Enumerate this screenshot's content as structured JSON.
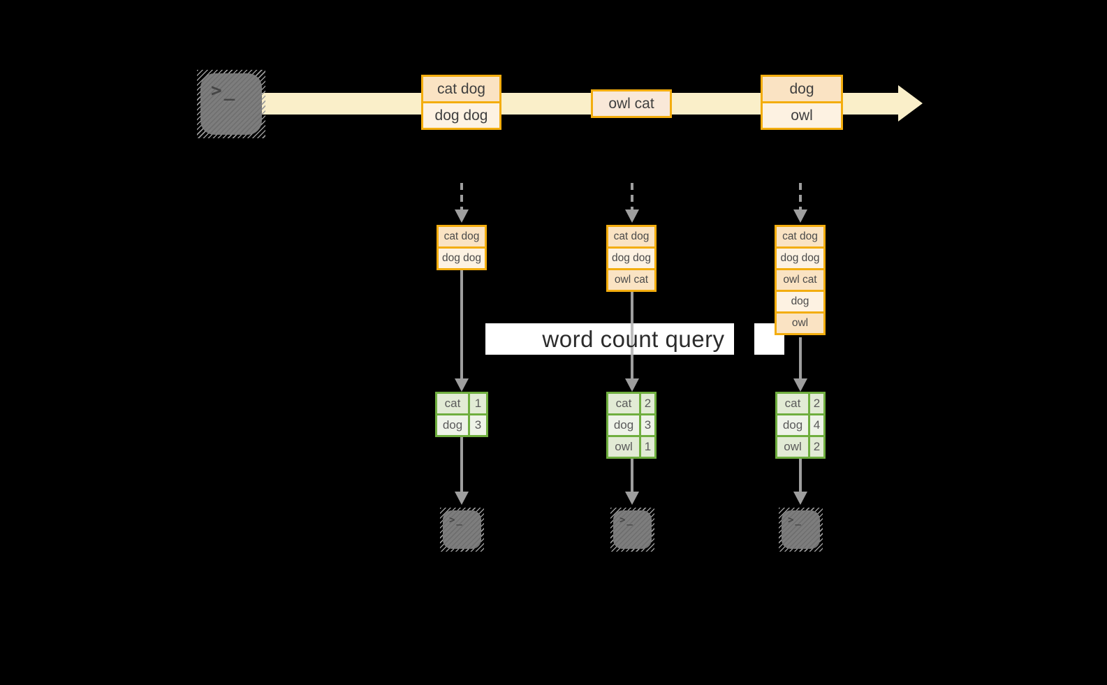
{
  "banner": {
    "label": "word count query"
  },
  "icons": {
    "prompt": ">_"
  },
  "stream": {
    "batches": [
      {
        "rows": [
          "cat dog",
          "dog dog"
        ]
      },
      {
        "rows": [
          "owl cat"
        ]
      },
      {
        "rows": [
          "dog",
          "owl"
        ]
      }
    ]
  },
  "columns": [
    {
      "input_rows": [
        "cat dog",
        "dog dog"
      ],
      "counts": [
        {
          "word": "cat",
          "count": "1"
        },
        {
          "word": "dog",
          "count": "3"
        }
      ]
    },
    {
      "input_rows": [
        "cat dog",
        "dog dog",
        "owl cat"
      ],
      "counts": [
        {
          "word": "cat",
          "count": "2"
        },
        {
          "word": "dog",
          "count": "3"
        },
        {
          "word": "owl",
          "count": "1"
        }
      ]
    },
    {
      "input_rows": [
        "cat dog",
        "dog dog",
        "owl cat",
        "dog",
        "owl"
      ],
      "counts": [
        {
          "word": "cat",
          "count": "2"
        },
        {
          "word": "dog",
          "count": "4"
        },
        {
          "word": "owl",
          "count": "2"
        }
      ]
    }
  ],
  "colors": {
    "amber": "#f3ad0e",
    "peach_dark": "#fae3c3",
    "peach_light": "#fdf2e2",
    "peach_pink": "#f9e8d8",
    "band": "#faefc9",
    "green": "#6fae3f",
    "green_dark": "#e2ebd5",
    "green_light": "#eef3e8",
    "gray": "#9e9e9e"
  }
}
